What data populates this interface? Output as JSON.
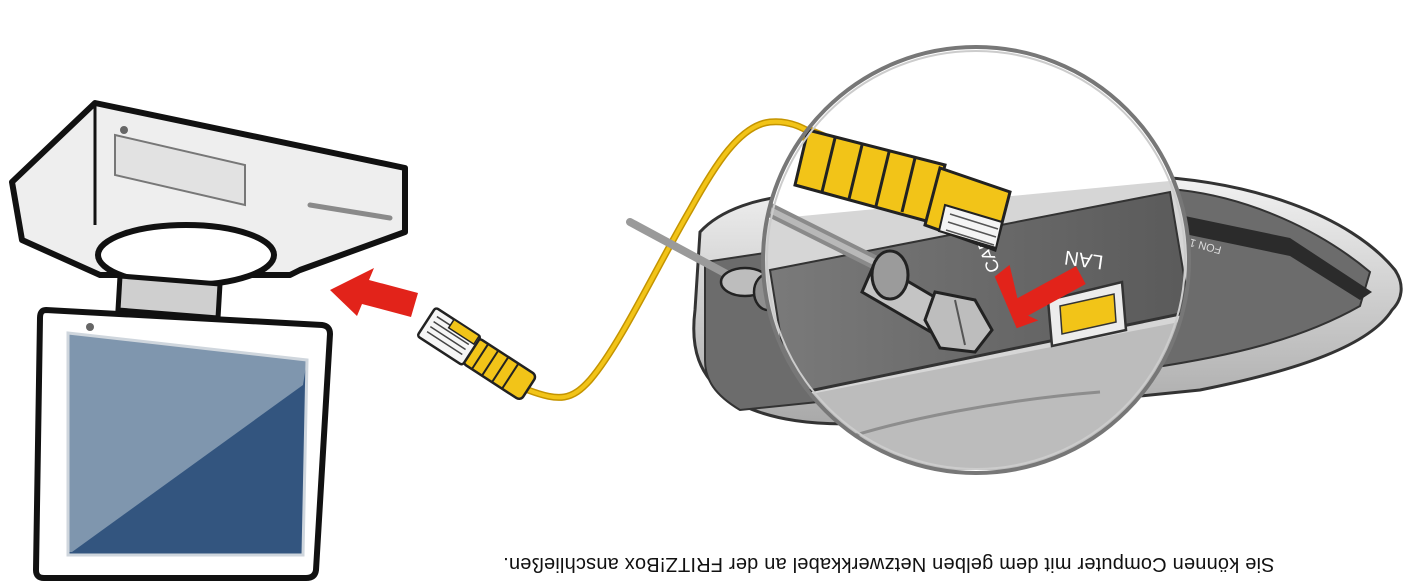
{
  "caption": "Sie können Computer mit dem gelben Netzwerkkabel an der FRITZ!Box anschließen.",
  "labels": {
    "lan": "LAN",
    "cable": "CABLE",
    "fon": "FON 1"
  },
  "colors": {
    "arrow": "#e2231a",
    "cable_yellow": "#f2c418",
    "screen_blue": "#33557f",
    "screen_light": "#7f96ae"
  }
}
